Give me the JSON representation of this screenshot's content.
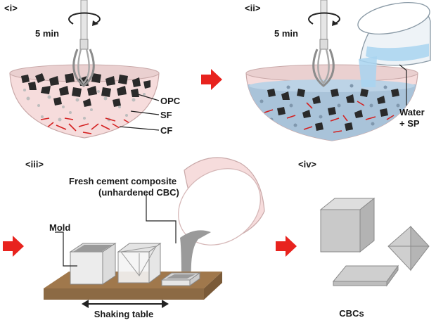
{
  "panels": {
    "i": {
      "label": "<i>",
      "time": "5 min",
      "components": [
        {
          "label": "OPC"
        },
        {
          "label": "SF"
        },
        {
          "label": "CF"
        }
      ]
    },
    "ii": {
      "label": "<ii>",
      "time": "5 min",
      "water_label_1": "Water",
      "water_label_2": "+ SP"
    },
    "iii": {
      "label": "<iii>",
      "composite_label_1": "Fresh cement composite",
      "composite_label_2": "(unhardened CBC)",
      "mold_label": "Mold",
      "table_label": "Shaking table"
    },
    "iv": {
      "label": "<iv>",
      "product_label": "CBCs"
    }
  },
  "colors": {
    "arrow": "#e8231e",
    "bowl": "#f6dcdc",
    "bowl_rim": "#ead0d0",
    "slurry": "#a9c3d9",
    "water": "#a8d3f0",
    "cement_dark": "#2a2a2a",
    "fiber": "#d42020",
    "table": "#8c6a44",
    "table_top": "#a0784c",
    "paste": "#9a9a9a",
    "cube": "#c9c9c9"
  }
}
